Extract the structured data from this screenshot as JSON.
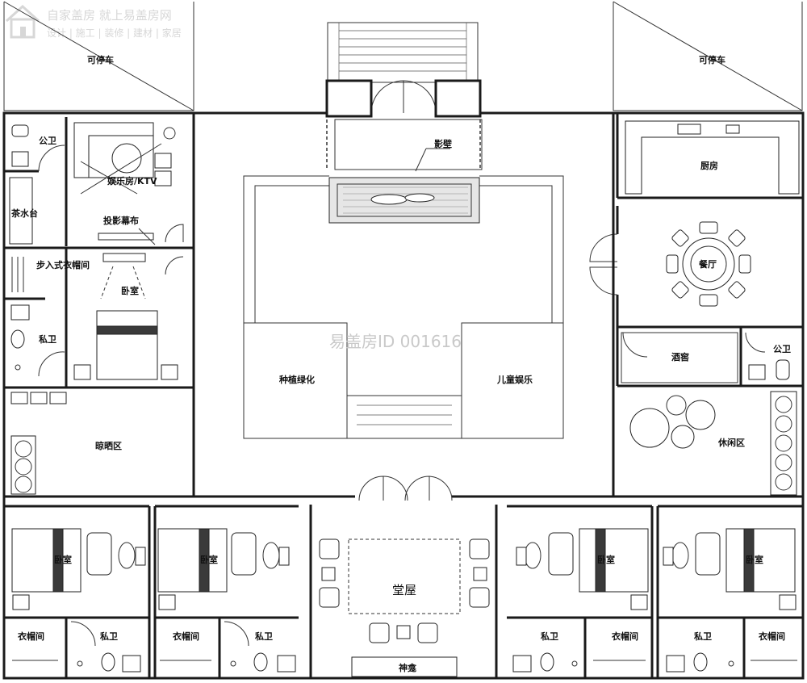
{
  "brand": {
    "title": "自家盖房 就上易盖房网",
    "subtitle": "设计 | 施工 | 装修 | 建材 | 家居",
    "logo_icon": "house-logo-icon"
  },
  "watermark": "易盖房ID 001616",
  "rooms": {
    "parking_left": "可停车",
    "parking_right": "可停车",
    "screen_wall": "影壁",
    "kitchen": "厨房",
    "dining": "餐厅",
    "public_wc_left": "公卫",
    "tea_station": "茶水台",
    "ktv": "娱乐房/KTV",
    "projection_screen": "投影幕布",
    "walk_in_closet": "步入式衣帽间",
    "bedroom_nw": "卧室",
    "private_wc_nw": "私卫",
    "planting": "种植绿化",
    "kids_play": "儿童娱乐",
    "wine_cellar": "酒窖",
    "public_wc_right": "公卫",
    "drying_area": "晾晒区",
    "leisure_area": "休闲区",
    "hall": "堂屋",
    "shrine": "神龛",
    "bedroom_1": "卧室",
    "bedroom_2": "卧室",
    "bedroom_3": "卧室",
    "bedroom_4": "卧室",
    "closet_1": "衣帽间",
    "closet_2": "衣帽间",
    "closet_3": "衣帽间",
    "closet_4": "衣帽间",
    "wc_1": "私卫",
    "wc_2": "私卫",
    "wc_3": "私卫",
    "wc_4": "私卫"
  },
  "colors": {
    "wall": "#1a1a1a",
    "line": "#333333",
    "watermark": "#c9c9c9",
    "background": "#ffffff"
  }
}
